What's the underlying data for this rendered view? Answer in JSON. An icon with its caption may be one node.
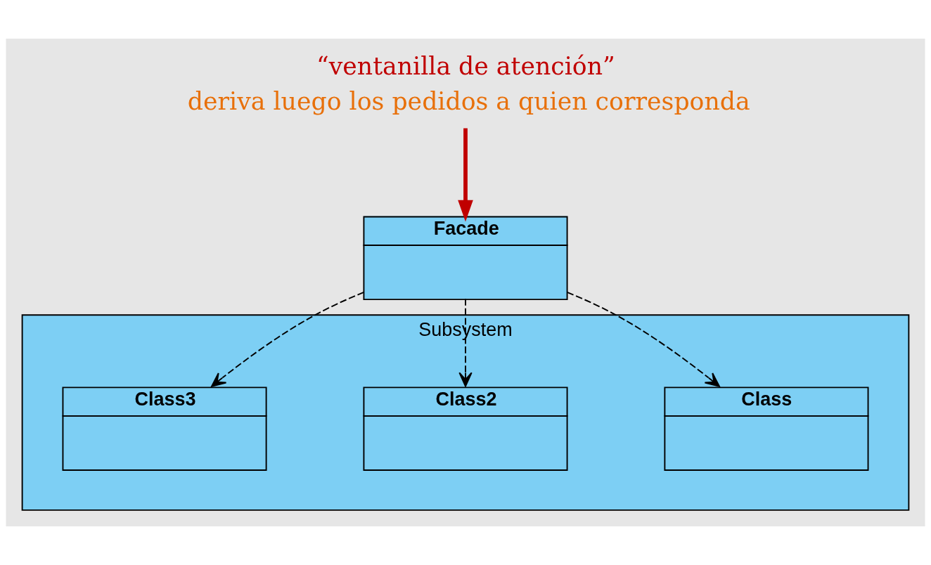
{
  "diagram": {
    "nodes": [
      {
        "text": [
          "“ventanilla de atención”",
          "deriva luego los pedidos a quien corresponda"
        ]
      },
      {
        "text": [
          "Facade"
        ]
      },
      {
        "text": [
          "Subsystem"
        ]
      },
      {
        "text": [
          "Class"
        ],
        "in": 2
      },
      {
        "text": [
          "Class2"
        ],
        "in": 2
      },
      {
        "text": [
          "Class3"
        ],
        "in": 2
      }
    ],
    "edges": [
      {
        "from": 0,
        "to": 1,
        "arrow": "to",
        "color": "#c00000",
        "style": "thick"
      },
      {
        "from": 1,
        "to": 3,
        "arrow": "to",
        "style": "dashed"
      },
      {
        "from": 1,
        "to": 4,
        "arrow": "to",
        "style": "dashed"
      },
      {
        "from": 1,
        "to": 5,
        "arrow": "to",
        "style": "dashed"
      }
    ]
  }
}
